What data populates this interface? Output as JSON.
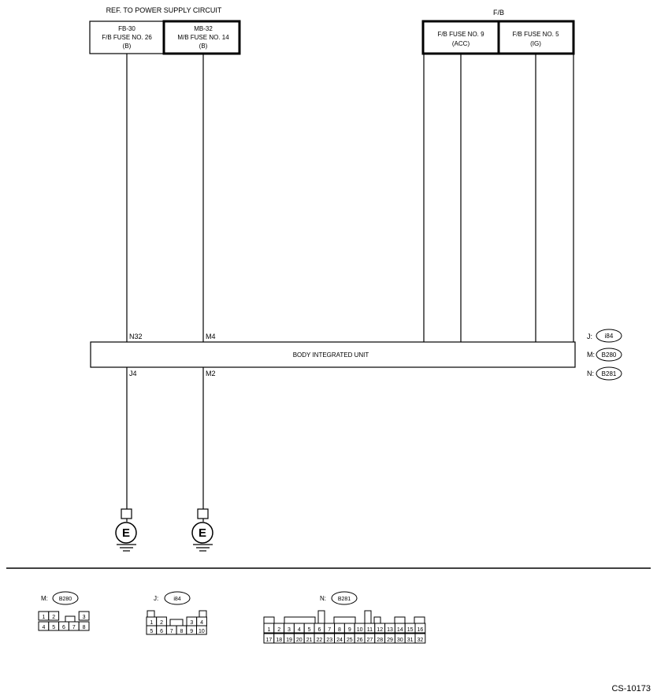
{
  "header": {
    "ref_label": "REF. TO POWER SUPPLY CIRCUIT",
    "fb_label": "F/B"
  },
  "fuses": [
    {
      "lines": [
        "FB-30",
        "F/B FUSE NO. 26",
        "(B)"
      ]
    },
    {
      "lines": [
        "MB-32",
        "M/B FUSE NO. 14",
        "(B)"
      ]
    },
    {
      "lines": [
        "F/B FUSE NO. 9",
        "(ACC)"
      ]
    },
    {
      "lines": [
        "F/B FUSE NO. 5",
        "(IG)"
      ]
    }
  ],
  "unit": {
    "label": "BODY INTEGRATED UNIT",
    "top_terminals": [
      "N32",
      "M4"
    ],
    "bottom_terminals": [
      "J4",
      "M2"
    ]
  },
  "connector_legend": [
    {
      "prefix": "J:",
      "code": "i84"
    },
    {
      "prefix": "M:",
      "code": "B280"
    },
    {
      "prefix": "N:",
      "code": "B281"
    }
  ],
  "ground_symbol": "E",
  "connectors": {
    "m": {
      "prefix": "M:",
      "code": "B280",
      "row1": [
        "1",
        "2",
        "3"
      ],
      "row2": [
        "4",
        "5",
        "6",
        "7",
        "8"
      ]
    },
    "j": {
      "prefix": "J:",
      "code": "i84",
      "row1": [
        "1",
        "2",
        "3",
        "4"
      ],
      "row2": [
        "5",
        "6",
        "7",
        "8",
        "9",
        "10"
      ]
    },
    "n": {
      "prefix": "N:",
      "code": "B281",
      "row1": [
        "1",
        "2",
        "3",
        "4",
        "5",
        "6",
        "7",
        "8",
        "9",
        "10",
        "11",
        "12",
        "13",
        "14",
        "15",
        "16"
      ],
      "row2": [
        "17",
        "18",
        "19",
        "20",
        "21",
        "22",
        "23",
        "24",
        "25",
        "26",
        "27",
        "28",
        "29",
        "30",
        "31",
        "32"
      ]
    }
  },
  "figure_code": "CS-10173"
}
